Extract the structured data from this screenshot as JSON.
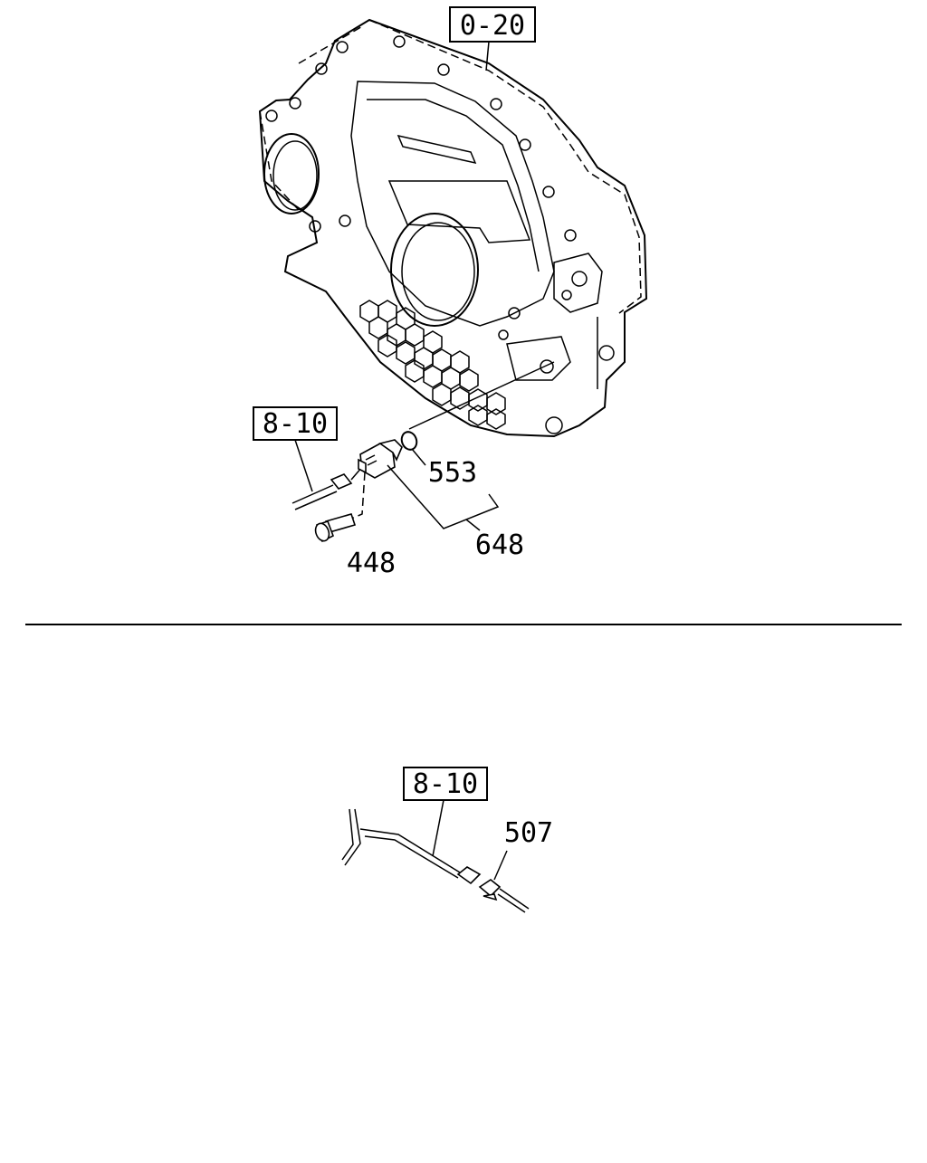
{
  "refs": {
    "top_housing": "0-20",
    "top_harness": "8-10",
    "bottom_harness": "8-10"
  },
  "parts": {
    "oring": "553",
    "sensor": "648",
    "bolt": "448",
    "connector": "507"
  }
}
